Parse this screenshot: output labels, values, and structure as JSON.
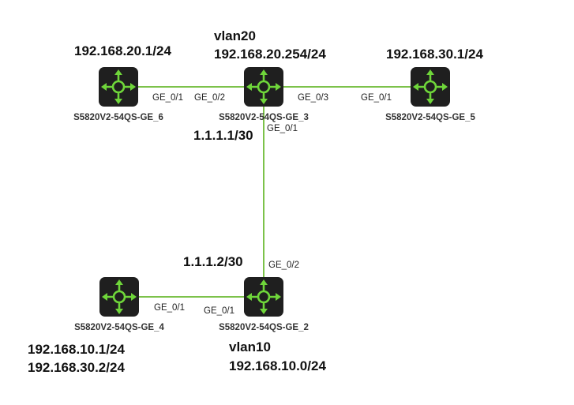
{
  "devices": {
    "ge6": {
      "name": "S5820V2-54QS-GE_6",
      "icon": "router-icon"
    },
    "ge3": {
      "name": "S5820V2-54QS-GE_3",
      "icon": "router-icon"
    },
    "ge5": {
      "name": "S5820V2-54QS-GE_5",
      "icon": "router-icon"
    },
    "ge4": {
      "name": "S5820V2-54QS-GE_4",
      "icon": "router-icon"
    },
    "ge2": {
      "name": "S5820V2-54QS-GE_2",
      "icon": "router-icon"
    }
  },
  "ports": {
    "ge6_to_ge3": "GE_0/1",
    "ge3_to_ge6": "GE_0/2",
    "ge3_to_ge5": "GE_0/3",
    "ge5_to_ge3": "GE_0/1",
    "ge3_to_ge2": "GE_0/1",
    "ge2_to_ge3": "GE_0/2",
    "ge4_to_ge2": "GE_0/1",
    "ge2_to_ge4": "GE_0/1"
  },
  "addresses": {
    "ge6_ip": "192.168.20.1/24",
    "ge3_vlan": "vlan20",
    "ge3_ip": "192.168.20.254/24",
    "ge5_ip": "192.168.30.1/24",
    "ge3_uplink_ip": "1.1.1.1/30",
    "ge2_uplink_ip": "1.1.1.2/30",
    "ge4_ip_1": "192.168.10.1/24",
    "ge4_ip_2": "192.168.30.2/24",
    "ge2_vlan": "vlan10",
    "ge2_ip": "192.168.10.0/24"
  },
  "colors": {
    "link": "#7cc24a",
    "router_body": "#1f1f1f",
    "router_glyph": "#6fd63a"
  }
}
